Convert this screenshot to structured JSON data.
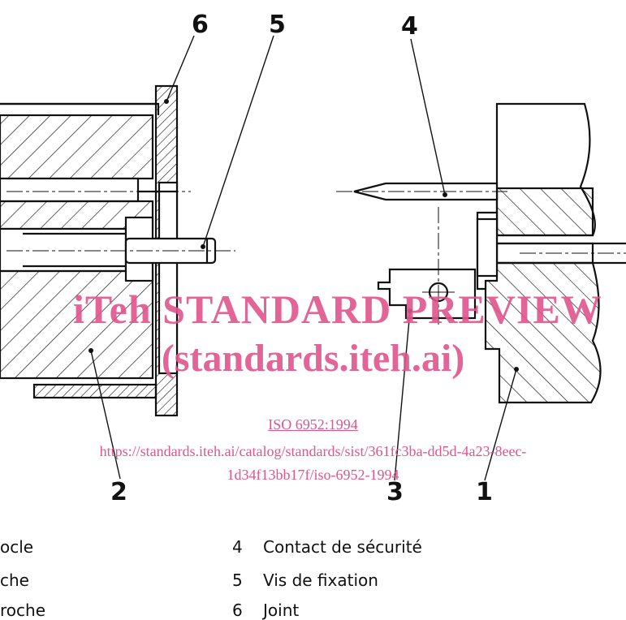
{
  "callouts": {
    "c1": "1",
    "c2": "2",
    "c3": "3",
    "c4": "4",
    "c5": "5",
    "c6": "6"
  },
  "legend": [
    {
      "num": "",
      "text": "ocle"
    },
    {
      "num": "",
      "text": "che"
    },
    {
      "num": "",
      "text": "roche"
    },
    {
      "num": "4",
      "text": "Contact de sécurité"
    },
    {
      "num": "5",
      "text": "Vis de fixation"
    },
    {
      "num": "6",
      "text": "Joint"
    }
  ],
  "watermark": {
    "title": "iTeh STANDARD PREVIEW",
    "subtitle": "(standards.iteh.ai)",
    "standard": "ISO 6952:1994",
    "url_line1": "https://standards.iteh.ai/catalog/standards/sist/361fc3ba-dd5d-4a23-8eec-",
    "url_line2": "1d34f13bb17f/iso-6952-1994"
  },
  "colors": {
    "ink": "#111111",
    "watermark": "#e0558c"
  }
}
